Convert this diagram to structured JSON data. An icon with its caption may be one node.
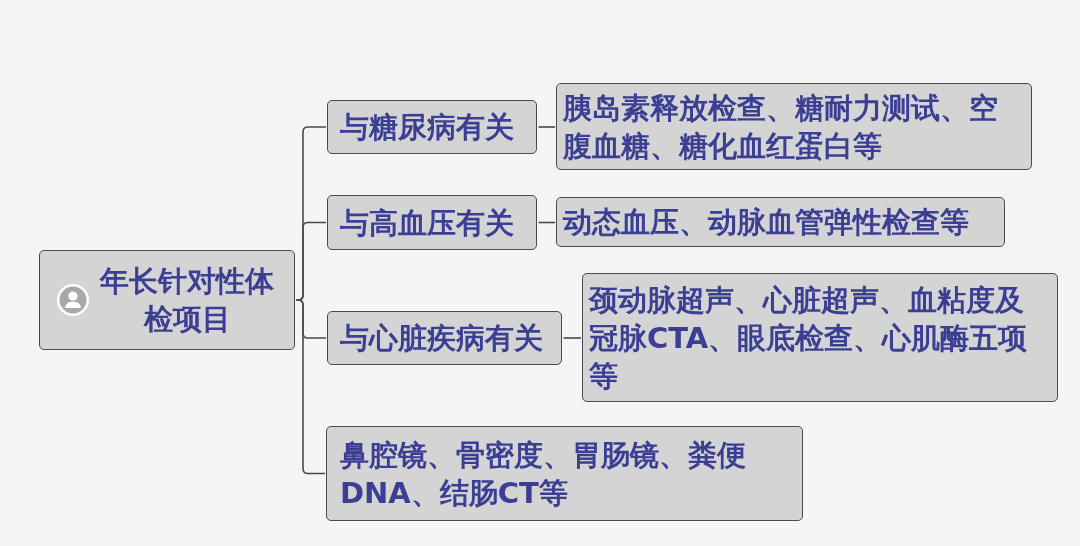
{
  "diagram": {
    "nodes": [
      {
        "text": [
          "年长针对性体检项目"
        ]
      },
      {
        "text": [
          "与糖尿病有关"
        ]
      },
      {
        "text": [
          "胰岛素释放检查、糖耐力测试、空腹血糖、糖化血红蛋白等"
        ]
      },
      {
        "text": [
          "与高血压有关"
        ]
      },
      {
        "text": [
          "动态血压、动脉血管弹性检查等"
        ]
      },
      {
        "text": [
          "与心脏疾病有关"
        ]
      },
      {
        "text": [
          "颈动脉超声、心脏超声、血粘度及冠脉CTA、眼底检查、心肌酶五项等"
        ]
      },
      {
        "text": [
          "鼻腔镜、骨密度、胃肠镜、粪便DNA、结肠CT等"
        ]
      }
    ],
    "edges": [
      {
        "from": 0,
        "to": 1,
        "arrow": "none"
      },
      {
        "from": 0,
        "to": 3,
        "arrow": "none"
      },
      {
        "from": 0,
        "to": 5,
        "arrow": "none"
      },
      {
        "from": 0,
        "to": 7,
        "arrow": "none"
      },
      {
        "from": 1,
        "to": 2,
        "arrow": "none"
      },
      {
        "from": 3,
        "to": 4,
        "arrow": "none"
      },
      {
        "from": 5,
        "to": 6,
        "arrow": "none"
      }
    ]
  }
}
